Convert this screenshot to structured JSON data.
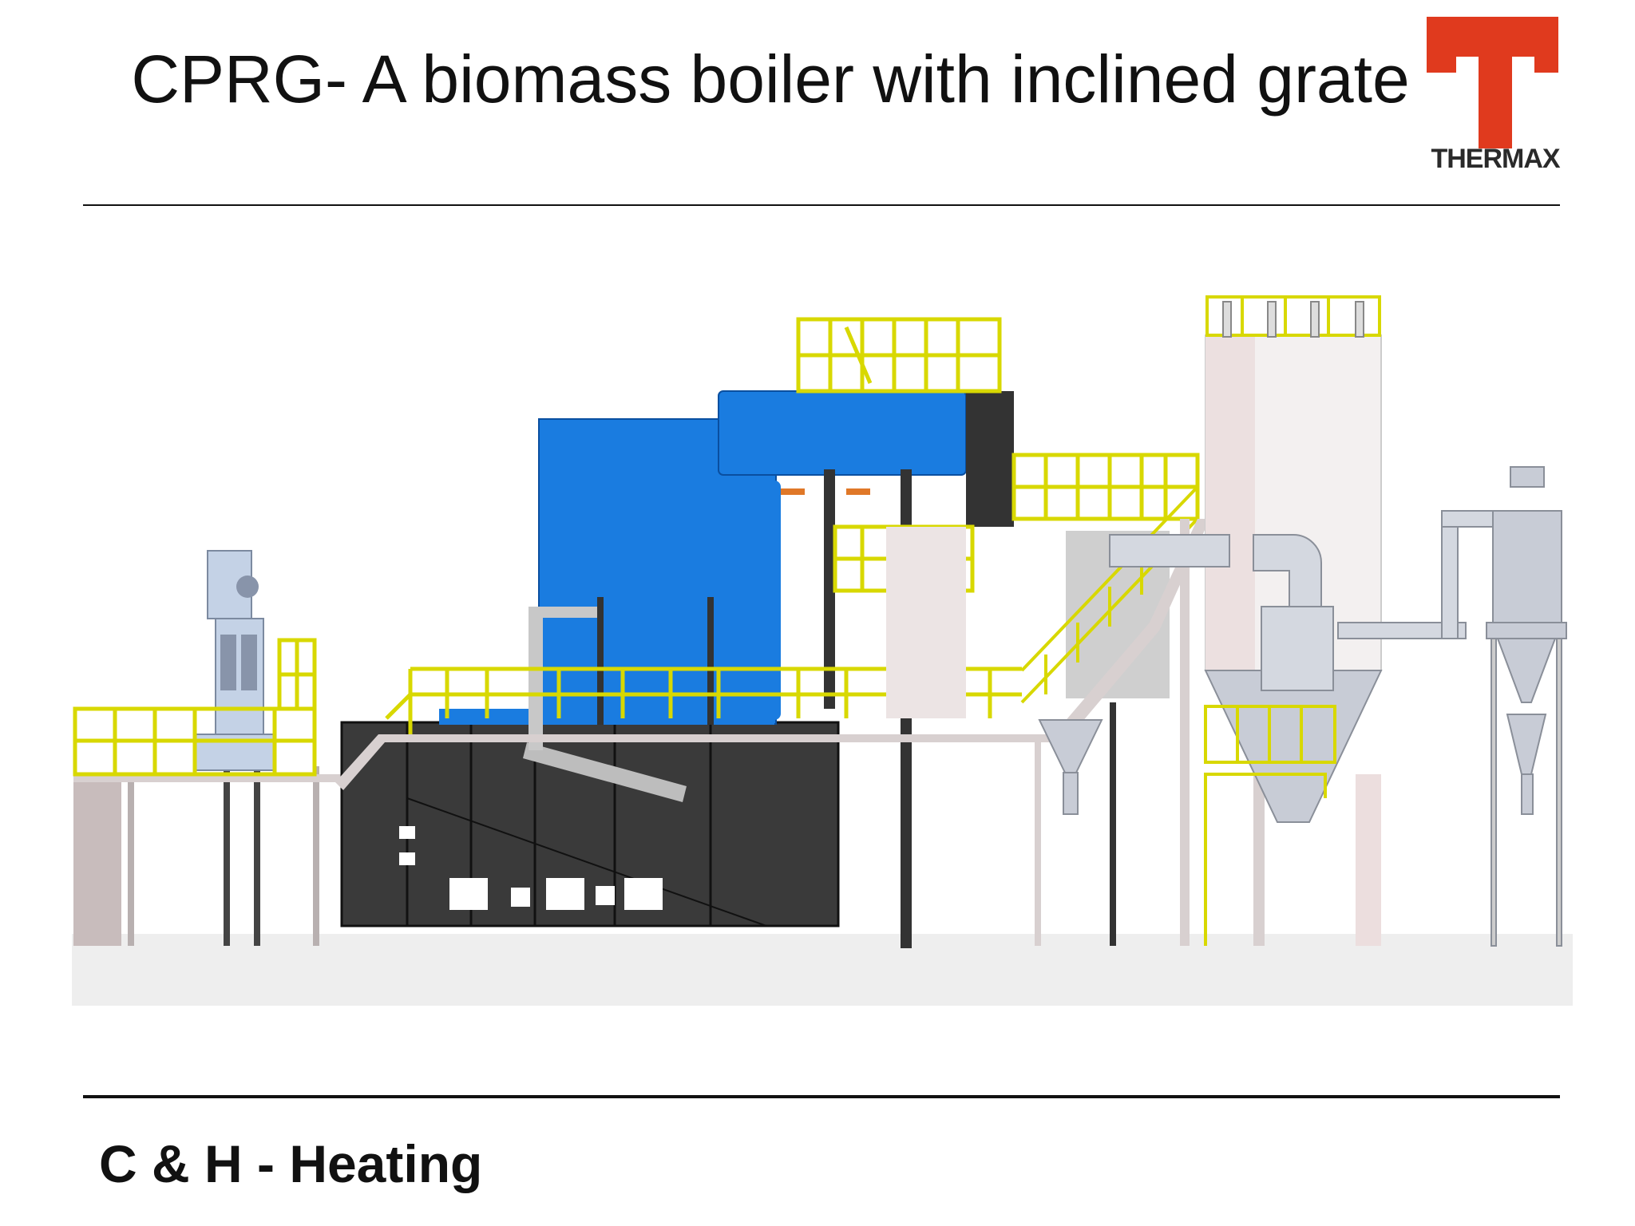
{
  "slide": {
    "title": "CPRG- A biomass boiler with inclined grate",
    "footer": "C & H - Heating"
  },
  "logo": {
    "name": "THERMAX",
    "color": "#e03a1e"
  },
  "colors": {
    "boiler_blue": "#1a7ce0",
    "dark_frame": "#2e2e2e",
    "railing_yellow": "#d8d800",
    "pale_steel": "#d8d0d0",
    "cyclone_grey": "#c8ccd6"
  }
}
